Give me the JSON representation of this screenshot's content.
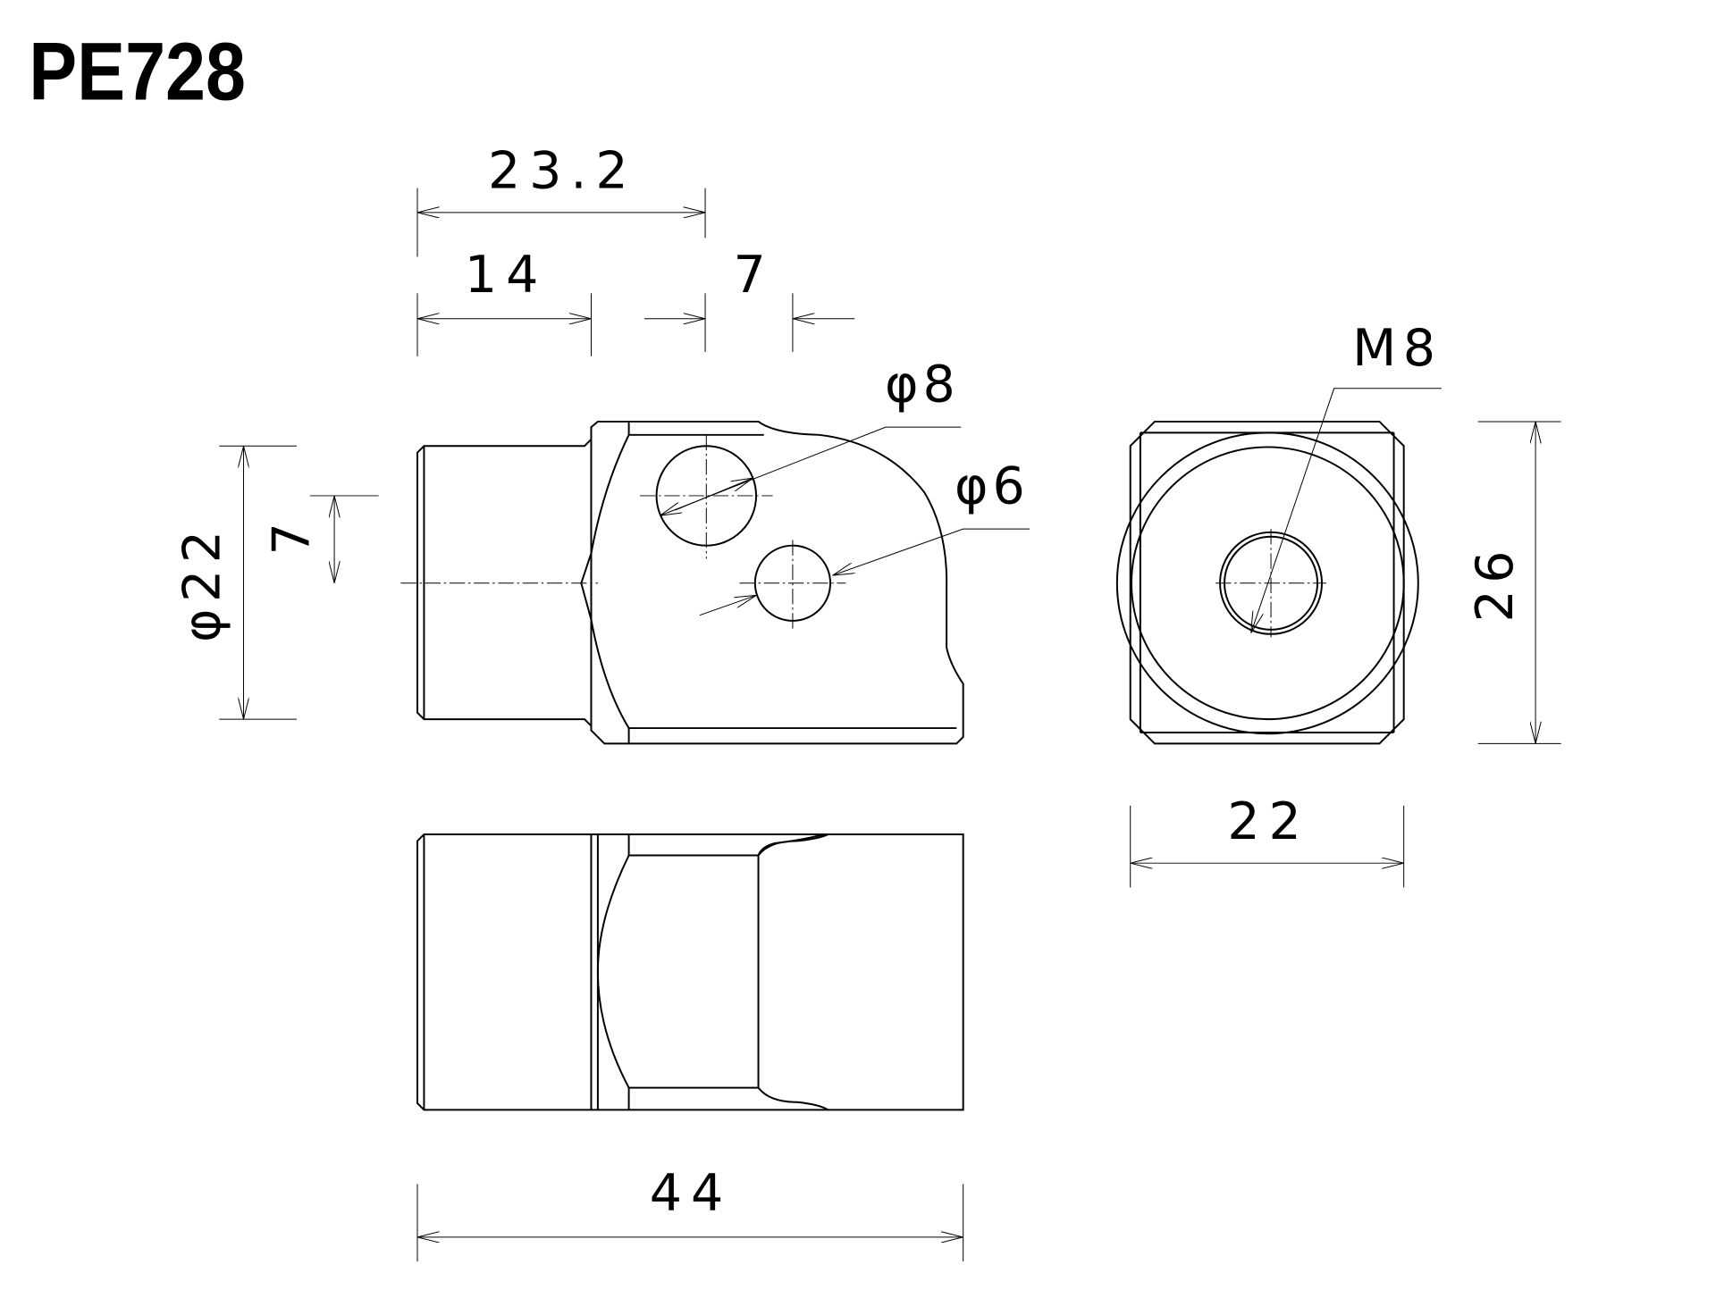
{
  "title": "PE728",
  "dimensions": {
    "d_23_2": "23.2",
    "d_14": "14",
    "d_7_top": "7",
    "d_phi8": "φ8",
    "d_phi6": "φ6",
    "d_phi22": "φ22",
    "d_7_side": "7",
    "d_m8": "M8",
    "d_26": "26",
    "d_22": "22",
    "d_44": "44"
  },
  "colors": {
    "line": "#000000",
    "background": "#ffffff"
  }
}
